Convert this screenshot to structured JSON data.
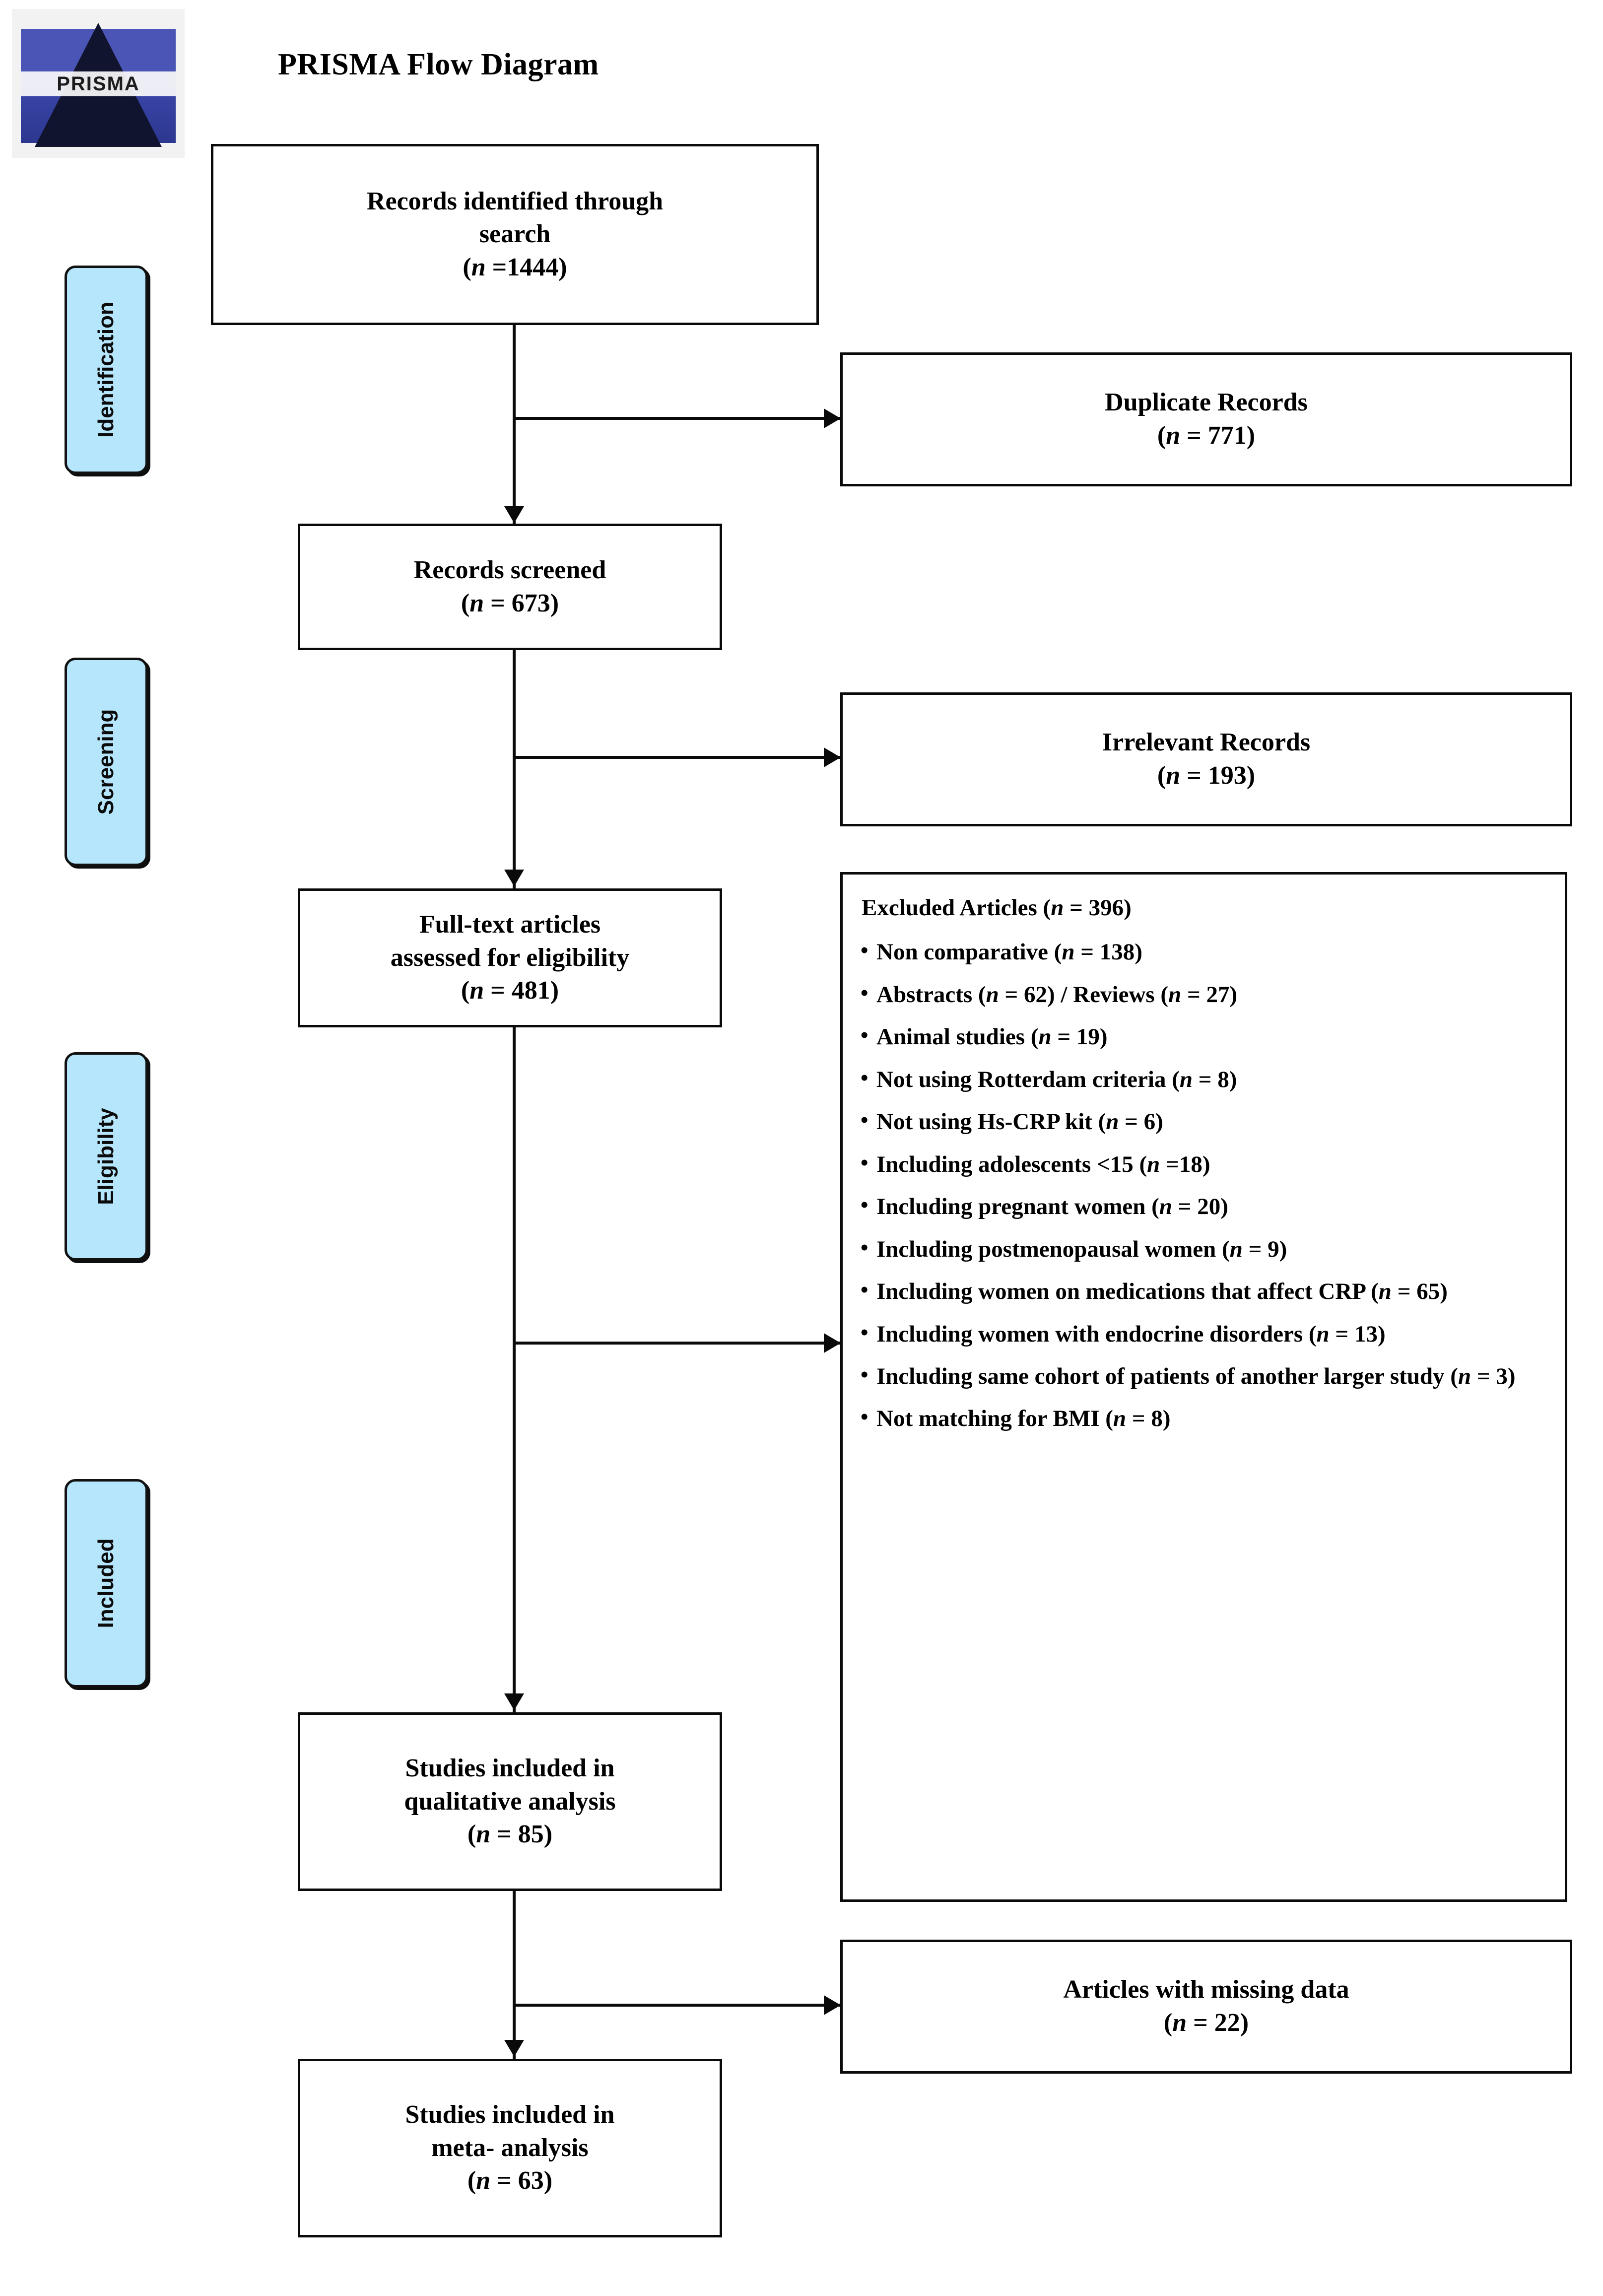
{
  "logo": {
    "alt": "prisma-logo",
    "word": "PRISMA"
  },
  "title": "PRISMA Flow Diagram",
  "stages": [
    {
      "label": "Identification"
    },
    {
      "label": "Screening"
    },
    {
      "label": "Eligibility"
    },
    {
      "label": "Included"
    }
  ],
  "boxes": {
    "identified": {
      "line1": "Records identified  through",
      "line2": "search",
      "line3": "(n =1444)"
    },
    "duplicates": {
      "line1": "Duplicate Records",
      "line2": "(n = 771)"
    },
    "screened": {
      "line1": "Records screened",
      "line2": "(n = 673)"
    },
    "irrelevant": {
      "line1": "Irrelevant Records",
      "line2": "(n = 193)"
    },
    "fulltext": {
      "line1": "Full-text articles",
      "line2": "assessed for eligibility",
      "line3": "(n = 481)"
    },
    "qualitative": {
      "line1": "Studies included  in",
      "line2": "qualitative analysis",
      "line3": "(n = 85)"
    },
    "missing": {
      "line1": "Articles  with  missing data",
      "line2": "(n = 22)"
    },
    "meta": {
      "line1": "Studies included  in",
      "line2": "meta- analysis",
      "line3": "(n = 63)"
    }
  },
  "excluded": {
    "header": "Excluded Articles (n = 396)",
    "items": [
      "Non comparative  (n = 138)",
      "Abstracts (n = 62) / Reviews  (n = 27)",
      "Animal  studies  (n = 19)",
      "Not using  Rotterdam  criteria  (n = 8)",
      "Not using  Hs-CRP kit (n = 6)",
      "Including  adolescents  <15  (n =18)",
      "Including  pregnant  women (n = 20)",
      "Including  postmenopausal  women (n = 9)",
      "Including  women  on medications  that affect  CRP (n = 65)",
      "Including  women  with endocrine disorders (n = 13)",
      "Including  same cohort of patients  of another  larger  study (n = 3)",
      "Not matching  for BMI (n = 8)"
    ]
  },
  "chart_data": {
    "type": "flow-diagram",
    "title": "PRISMA Flow Diagram",
    "stages": [
      "Identification",
      "Screening",
      "Eligibility",
      "Included"
    ],
    "nodes": [
      {
        "id": "identified",
        "label": "Records identified through search",
        "n": 1444,
        "stage": "Identification"
      },
      {
        "id": "duplicates",
        "label": "Duplicate Records",
        "n": 771,
        "stage": "Identification"
      },
      {
        "id": "screened",
        "label": "Records screened",
        "n": 673,
        "stage": "Screening"
      },
      {
        "id": "irrelevant",
        "label": "Irrelevant Records",
        "n": 193,
        "stage": "Screening"
      },
      {
        "id": "fulltext",
        "label": "Full-text articles assessed for eligibility",
        "n": 481,
        "stage": "Eligibility"
      },
      {
        "id": "excluded",
        "label": "Excluded Articles",
        "n": 396,
        "stage": "Eligibility"
      },
      {
        "id": "qualitative",
        "label": "Studies included in qualitative analysis",
        "n": 85,
        "stage": "Included"
      },
      {
        "id": "missing",
        "label": "Articles with missing data",
        "n": 22,
        "stage": "Included"
      },
      {
        "id": "meta",
        "label": "Studies included in meta- analysis",
        "n": 63,
        "stage": "Included"
      }
    ],
    "edges": [
      {
        "from": "identified",
        "to": "duplicates"
      },
      {
        "from": "identified",
        "to": "screened"
      },
      {
        "from": "screened",
        "to": "irrelevant"
      },
      {
        "from": "screened",
        "to": "fulltext"
      },
      {
        "from": "fulltext",
        "to": "excluded"
      },
      {
        "from": "fulltext",
        "to": "qualitative"
      },
      {
        "from": "qualitative",
        "to": "missing"
      },
      {
        "from": "qualitative",
        "to": "meta"
      }
    ],
    "excluded_breakdown": [
      {
        "reason": "Non comparative",
        "n": 138
      },
      {
        "reason": "Abstracts",
        "n": 62
      },
      {
        "reason": "Reviews",
        "n": 27
      },
      {
        "reason": "Animal studies",
        "n": 19
      },
      {
        "reason": "Not using Rotterdam criteria",
        "n": 8
      },
      {
        "reason": "Not using Hs-CRP kit",
        "n": 6
      },
      {
        "reason": "Including adolescents <15",
        "n": 18
      },
      {
        "reason": "Including pregnant women",
        "n": 20
      },
      {
        "reason": "Including postmenopausal women",
        "n": 9
      },
      {
        "reason": "Including women on medications that affect CRP",
        "n": 65
      },
      {
        "reason": "Including women with endocrine disorders",
        "n": 13
      },
      {
        "reason": "Including same cohort of patients of another larger study",
        "n": 3
      },
      {
        "reason": "Not matching for BMI",
        "n": 8
      }
    ],
    "colors": {
      "stage_pill": "#b5e6fb",
      "box_border": "#0a0a0a",
      "logo_band": "#4a55b5"
    }
  }
}
